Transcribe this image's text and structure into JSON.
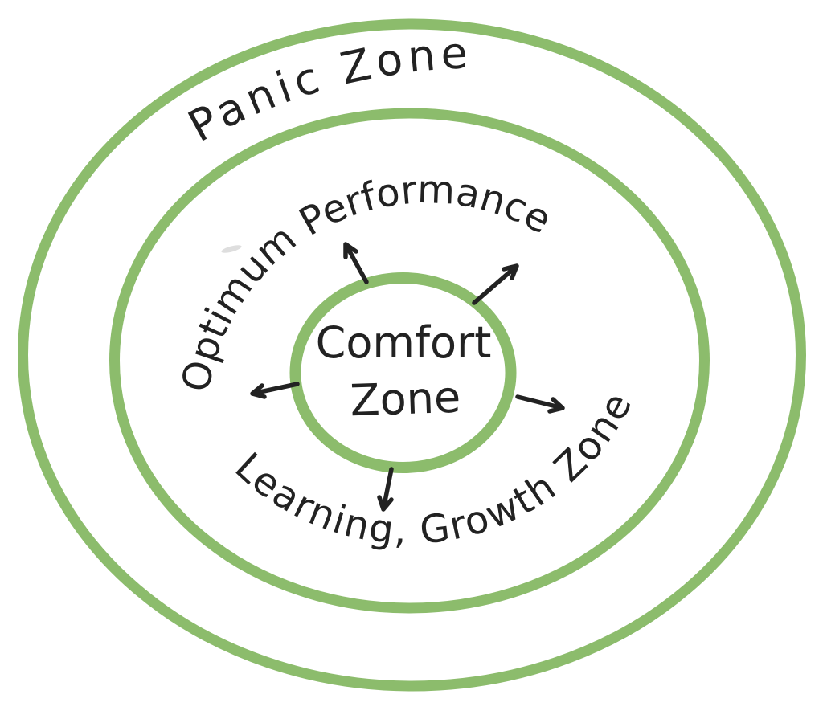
{
  "diagram": {
    "type": "concentric-zones-hand-drawn",
    "background_color": "#ffffff",
    "ring_color": "#8cbc6c",
    "ink_color": "#222222",
    "smudge_color": "#c2c2c2",
    "labels": {
      "outer_zone": "Panic Zone",
      "middle_zone_top": "Optimum Performance",
      "middle_zone_bottom": "Learning, Growth Zone",
      "inner_zone_line1": "Comfort",
      "inner_zone_line2": "Zone"
    },
    "arrows": [
      {
        "direction": "up"
      },
      {
        "direction": "up-right"
      },
      {
        "direction": "left"
      },
      {
        "direction": "right"
      },
      {
        "direction": "down"
      }
    ]
  }
}
